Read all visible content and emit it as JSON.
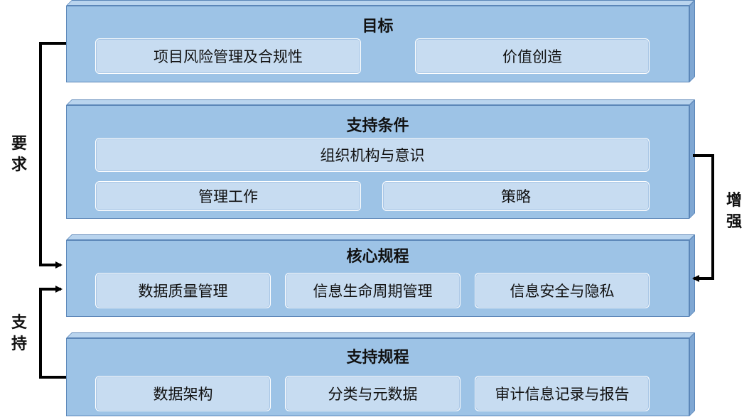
{
  "layers": {
    "goal": {
      "title": "目标",
      "items": [
        "项目风险管理及合规性",
        "价值创造"
      ]
    },
    "support_conditions": {
      "title": "支持条件",
      "items": [
        "组织机构与意识",
        "管理工作",
        "策略"
      ]
    },
    "core": {
      "title": "核心规程",
      "items": [
        "数据质量管理",
        "信息生命周期管理",
        "信息安全与隐私"
      ]
    },
    "support": {
      "title": "支持规程",
      "items": [
        "数据架构",
        "分类与元数据",
        "审计信息记录与报告"
      ]
    }
  },
  "connectors": {
    "left_top_chars": [
      "要",
      "求"
    ],
    "left_bottom_chars": [
      "支",
      "持"
    ],
    "right_chars": [
      "增",
      "强"
    ]
  },
  "colors": {
    "layer": "#9dc3e6",
    "pill": "#c7dcf1",
    "arrow": "#000000"
  }
}
